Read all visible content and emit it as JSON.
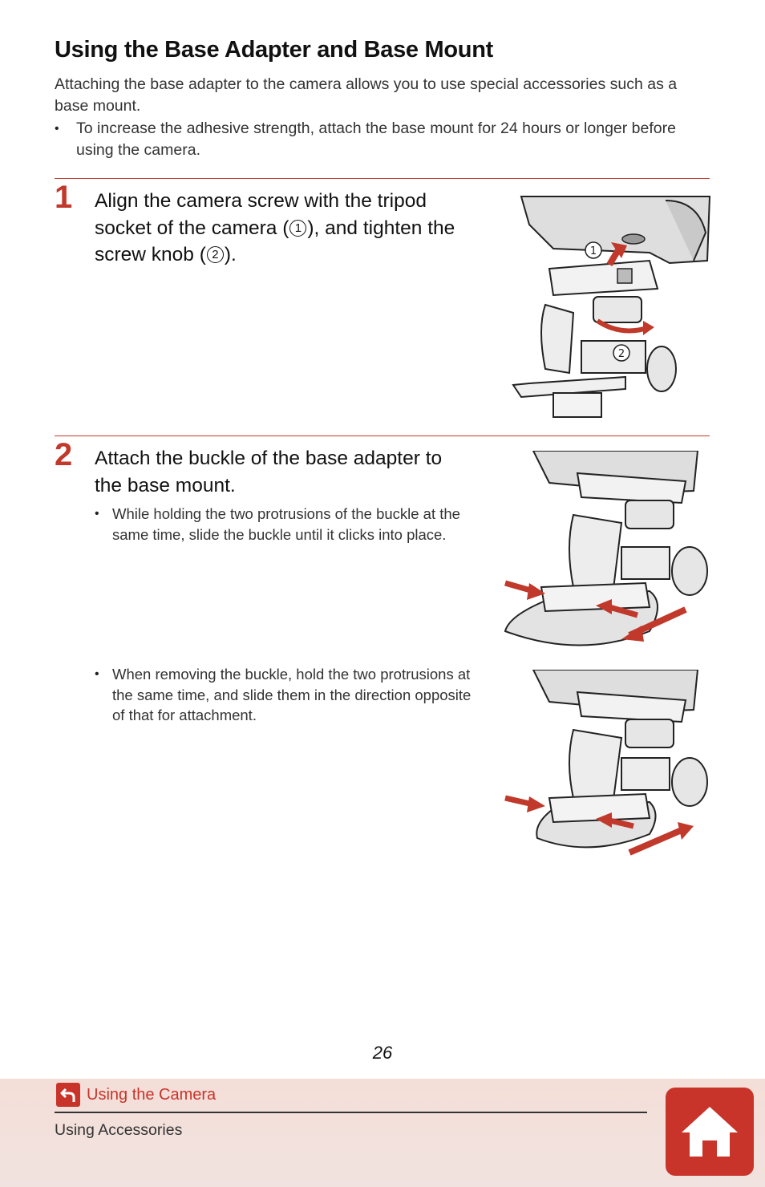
{
  "title": "Using the Base Adapter and Base Mount",
  "intro": "Attaching the base adapter to the camera allows you to use special accessories such as a base mount.",
  "intro_bullet": "To increase the adhesive strength, attach the base mount for 24 hours or longer before using the camera.",
  "step1": {
    "number": "1",
    "text_a": "Align the camera screw with the tripod socket of the camera (",
    "circle1": "1",
    "text_b": "), and tighten the screw knob (",
    "circle2": "2",
    "text_c": ")."
  },
  "step2": {
    "number": "2",
    "text": "Attach the buckle of the base adapter to the base mount.",
    "bullet1": "While holding the two protrusions of the buckle at the same time, slide the buckle until it clicks into place.",
    "bullet2": "When removing the buckle, hold the two protrusions at the same time, and slide them in the direction opposite of that for attachment."
  },
  "page_number": "26",
  "footer": {
    "link": "Using the Camera",
    "sub": "Using Accessories"
  },
  "colors": {
    "accent": "#c0392b",
    "footer_bg": "#f4ded8"
  },
  "icons": [
    "back-arrow-icon",
    "home-icon"
  ]
}
